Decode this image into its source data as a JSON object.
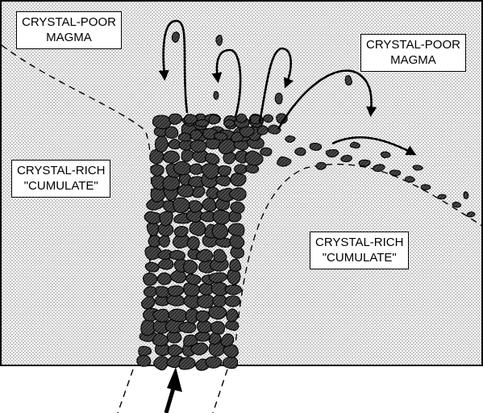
{
  "labels": {
    "top_left": {
      "line1": "CRYSTAL-POOR",
      "line2": "MAGMA"
    },
    "top_right": {
      "line1": "CRYSTAL-POOR",
      "line2": "MAGMA"
    },
    "mid_left": {
      "line1": "CRYSTAL-RICH",
      "line2": "\"CUMULATE\""
    },
    "mid_right": {
      "line1": "CRYSTAL-RICH",
      "line2": "\"CUMULATE\""
    }
  },
  "colors": {
    "background": "#ffffff",
    "stipple": "#555555",
    "crystal_fill": "#3a3a3a",
    "outline": "#000000"
  }
}
